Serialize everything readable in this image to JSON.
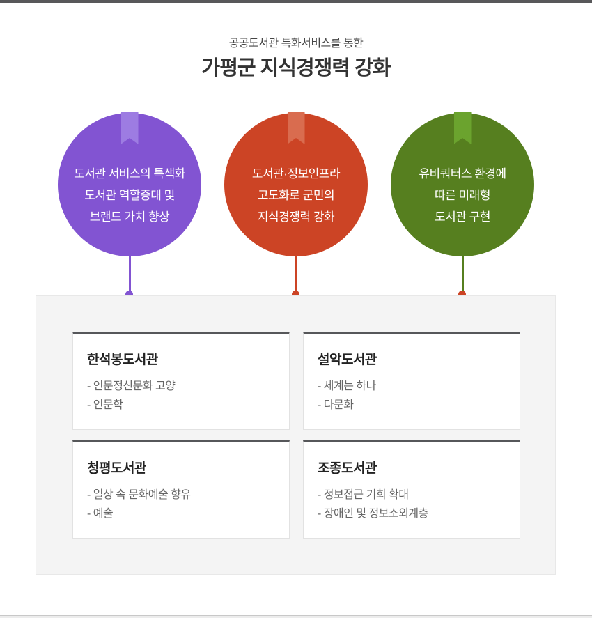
{
  "header": {
    "subtitle": "공공도서관 특화서비스를 통한",
    "title": "가평군 지식경쟁력 강화"
  },
  "goals": [
    {
      "lines": [
        "도서관 서비스의 특색화",
        "도서관 역할증대 및",
        "브랜드 가치 향상"
      ],
      "color": "#8254d2",
      "ribbon_color": "#9d7ce2",
      "line_color": "#8254d2",
      "dot_color": "#8254d2"
    },
    {
      "lines": [
        "도서관·정보인프라",
        "고도화로 군민의",
        "지식경쟁력 강화"
      ],
      "color": "#cc4425",
      "ribbon_color": "#d96c4f",
      "line_color": "#cc4425",
      "dot_color": "#cc4425"
    },
    {
      "lines": [
        "유비쿼터스 환경에",
        "따른 미래형",
        "도서관 구현"
      ],
      "color": "#567f1f",
      "ribbon_color": "#6ba32e",
      "line_color": "#567f1f",
      "dot_color": "#cc4425"
    }
  ],
  "libraries": [
    {
      "name": "한석봉도서관",
      "items": [
        "- 인문정신문화 고양",
        "- 인문학"
      ]
    },
    {
      "name": "설악도서관",
      "items": [
        "- 세계는 하나",
        "- 다문화"
      ]
    },
    {
      "name": "청평도서관",
      "items": [
        "- 일상 속 문화예술 향유",
        "- 예술"
      ]
    },
    {
      "name": "조종도서관",
      "items": [
        "- 정보접근 기회 확대",
        "- 장애인 및 정보소외계층"
      ]
    }
  ],
  "colors": {
    "top_bar": "#58585a",
    "panel_bg": "#f4f4f4",
    "card_top_border": "#56575a",
    "title_text": "#333333",
    "subtitle_text": "#454545"
  }
}
